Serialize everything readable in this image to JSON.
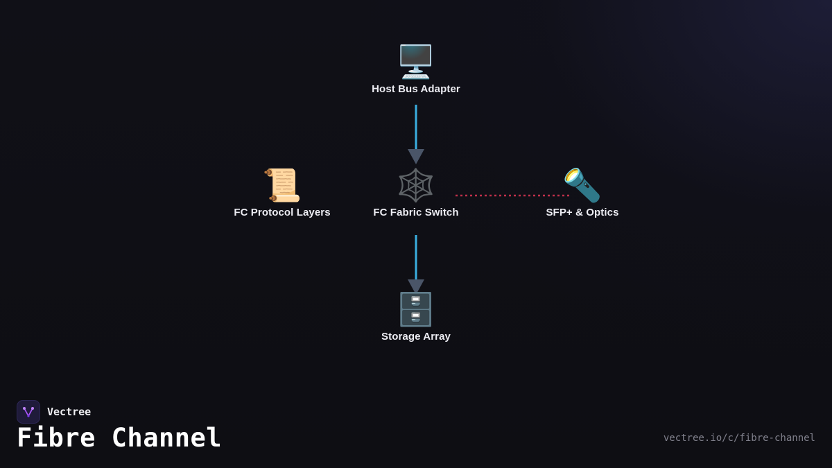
{
  "diagram": {
    "nodes": {
      "hba": {
        "emoji": "🖥️",
        "label": "Host Bus Adapter"
      },
      "switch": {
        "emoji": "🕸️",
        "label": "FC Fabric Switch"
      },
      "protocol": {
        "emoji": "📜",
        "label": "FC Protocol Layers"
      },
      "optics": {
        "emoji": "🔦",
        "label": "SFP+ & Optics"
      },
      "storage": {
        "emoji": "🗄️",
        "label": "Storage Array"
      }
    },
    "edges": [
      {
        "from": "Host Bus Adapter",
        "to": "FC Fabric Switch",
        "style": "solid",
        "color": "#3aaee0",
        "arrow_color": "#4a5568"
      },
      {
        "from": "FC Fabric Switch",
        "to": "Storage Array",
        "style": "solid",
        "color": "#3aaee0",
        "arrow_color": "#4a5568"
      },
      {
        "from": "FC Fabric Switch",
        "to": "SFP+ & Optics",
        "style": "dotted",
        "color": "#c0304a"
      }
    ]
  },
  "brand": {
    "name": "Vectree",
    "logo_icon": "vectree-logo-icon",
    "logo_color": "#a855f7"
  },
  "page": {
    "title": "Fibre Channel",
    "url": "vectree.io/c/fibre-channel"
  },
  "colors": {
    "background": "#0f0f14",
    "accent_line": "#3aaee0",
    "dotted_link": "#c0304a"
  }
}
